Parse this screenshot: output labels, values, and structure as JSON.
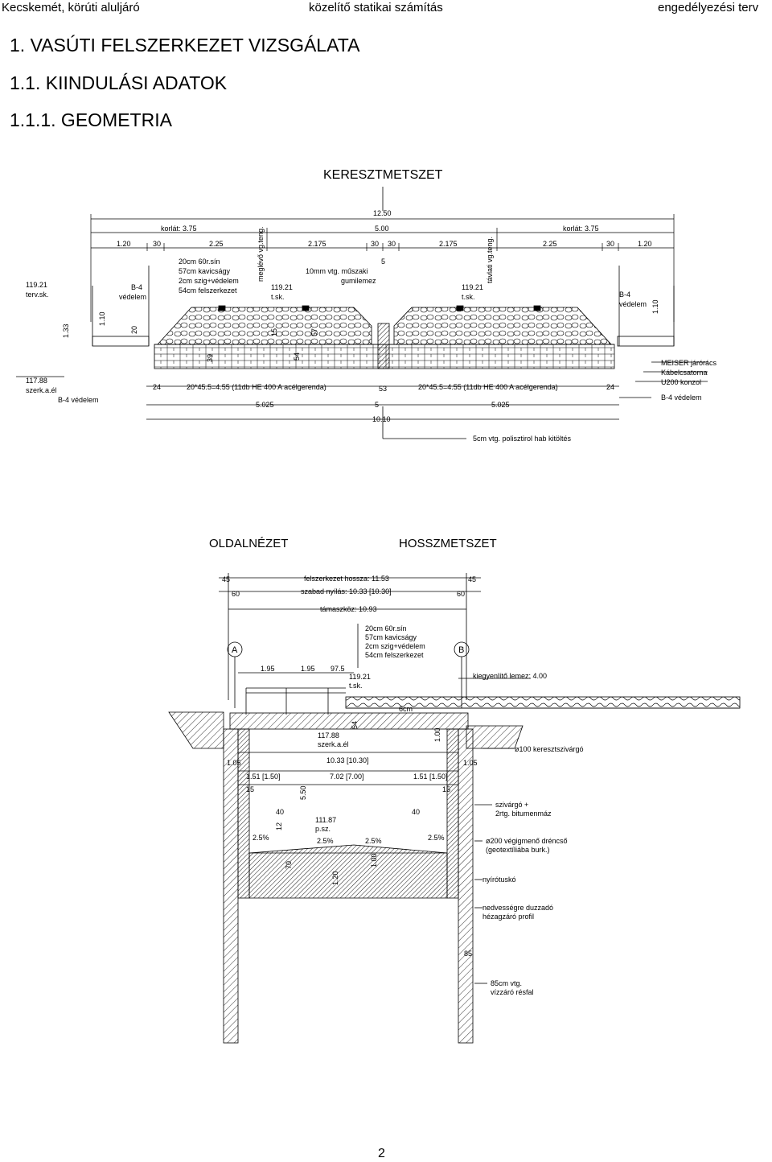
{
  "header": {
    "left": "Kecskemét, körúti aluljáró",
    "center": "közelítő statikai számítás",
    "right": "engedélyezési terv"
  },
  "headings": {
    "h1": "1. VASÚTI FELSZERKEZET VIZSGÁLATA",
    "h2": "1.1. KIINDULÁSI ADATOK",
    "h3": "1.1.1. GEOMETRIA"
  },
  "section1": {
    "title": "KERESZTMETSZET",
    "dims": {
      "total": "12.50",
      "korlat_left": "korlát: 3.75",
      "mid": "5.00",
      "korlat_right": "korlát: 3.75",
      "d120a": "1.20",
      "d30a": "30",
      "d225a": "2.25",
      "d2175a": "2.175",
      "d30b": "30",
      "d30c": "30",
      "d2175b": "2.175",
      "d225b": "2.25",
      "d30d": "30",
      "d120b": "1.20"
    },
    "layers": [
      "20cm 60r.sín",
      "57cm kavicságy",
      "2cm szig+védelem",
      "54cm felszerkezet"
    ],
    "labels": {
      "meglevo": "meglévő vg.teng.",
      "tavlati": "távlati vg.teng.",
      "gumi1": "10mm vtg. műszaki",
      "gumi2": "gumilemez",
      "gumi_dim": "5",
      "lvl_left": "119.21",
      "lvl_left_sub": "terv.sk.",
      "tsk1": "119.21",
      "tsk1_sub": "t.sk.",
      "tsk2": "119.21",
      "tsk2_sub": "t.sk.",
      "b4_left1": "B-4",
      "b4_left2": "védelem",
      "b4_right1": "B-4",
      "b4_right2": "védelem",
      "h110a": "1.10",
      "h133": "1.33",
      "h110b": "1.10",
      "d20": "20",
      "d15": "15",
      "d57": "57",
      "d39": "39",
      "d54": "54",
      "lvl_bottom": "117.88",
      "lvl_bottom_sub": "szerk.a.él",
      "b4_bottom": "B-4 védelem",
      "beam_left": "20*45.5=4.55 (11db HE 400 A acélgerenda)",
      "beam_right": "20*45.5=4.55 (11db HE 400 A acélgerenda)",
      "d24a": "24",
      "d24b": "24",
      "d53": "53",
      "d5025a": "5.025",
      "d5": "5",
      "d5025b": "5.025",
      "d1010": "10.10",
      "polisztirol": "5cm vtg. polisztirol hab kitöltés",
      "legend1": "MEISER járórács",
      "legend2": "Kábelcsatorna",
      "legend3": "U200 konzol",
      "legend4": "B-4 védelem"
    }
  },
  "section2": {
    "title_left": "OLDALNÉZET",
    "title_right": "HOSSZMETSZET",
    "labels": {
      "d45a": "45",
      "d45b": "45",
      "d60a": "60",
      "d60b": "60",
      "felszerkezet": "felszerkezet hossza: 11.53",
      "nyilas": "szabad nyílás: 10.33 [10.30]",
      "tamaszkoz": "támaszköz: 10.93",
      "layer1": "20cm 60r.sín",
      "layer2": "57cm kavicságy",
      "layer3": "2cm szig+védelem",
      "layer4": "54cm felszerkezet",
      "circleA": "A",
      "circleB": "B",
      "d195a": "1.95",
      "d195b": "1.95",
      "d975": "97.5",
      "lvl_top": "119.21",
      "lvl_top_sub": "t.sk.",
      "kiegyenlito": "kiegyenlítő lemez: 4.00",
      "d54": "54",
      "d6cm": "6cm",
      "lvl_mid": "117.88",
      "lvl_mid_sub": "szerk.a.él",
      "d100": "1.00",
      "d1033": "10.33 [10.30]",
      "d105a": "1.05",
      "d105b": "1.05",
      "d151a": "1.51 [1.50]",
      "d702": "7.02 [7.00]",
      "d151b": "1.51 [1.50]",
      "d15a": "15",
      "d15b": "15",
      "d550": "5.50",
      "d40a": "40",
      "d40b": "40",
      "d12": "12",
      "lvl_low": "111.87",
      "lvl_low_sub": "p.sz.",
      "slope1": "2.5%",
      "slope2": "2.5%",
      "slope3": "2.5%",
      "slope4": "2.5%",
      "d70": "70",
      "d120": "1.20",
      "d100b": "1.00",
      "d85": "85",
      "dia100": "ø100 keresztszivárgó",
      "szivargo1": "szivárgó +",
      "szivargo2": "2rtg. bitumenmáz",
      "drain1": "ø200 végigmenő dréncső",
      "drain2": "(geotextíliába burk.)",
      "nyiro": "nyírótuskó",
      "duzz1": "nedvességre duzzadó",
      "duzz2": "hézagzáró profil",
      "resfal1": "85cm vtg.",
      "resfal2": "vízzáró résfal"
    }
  },
  "page_number": "2"
}
